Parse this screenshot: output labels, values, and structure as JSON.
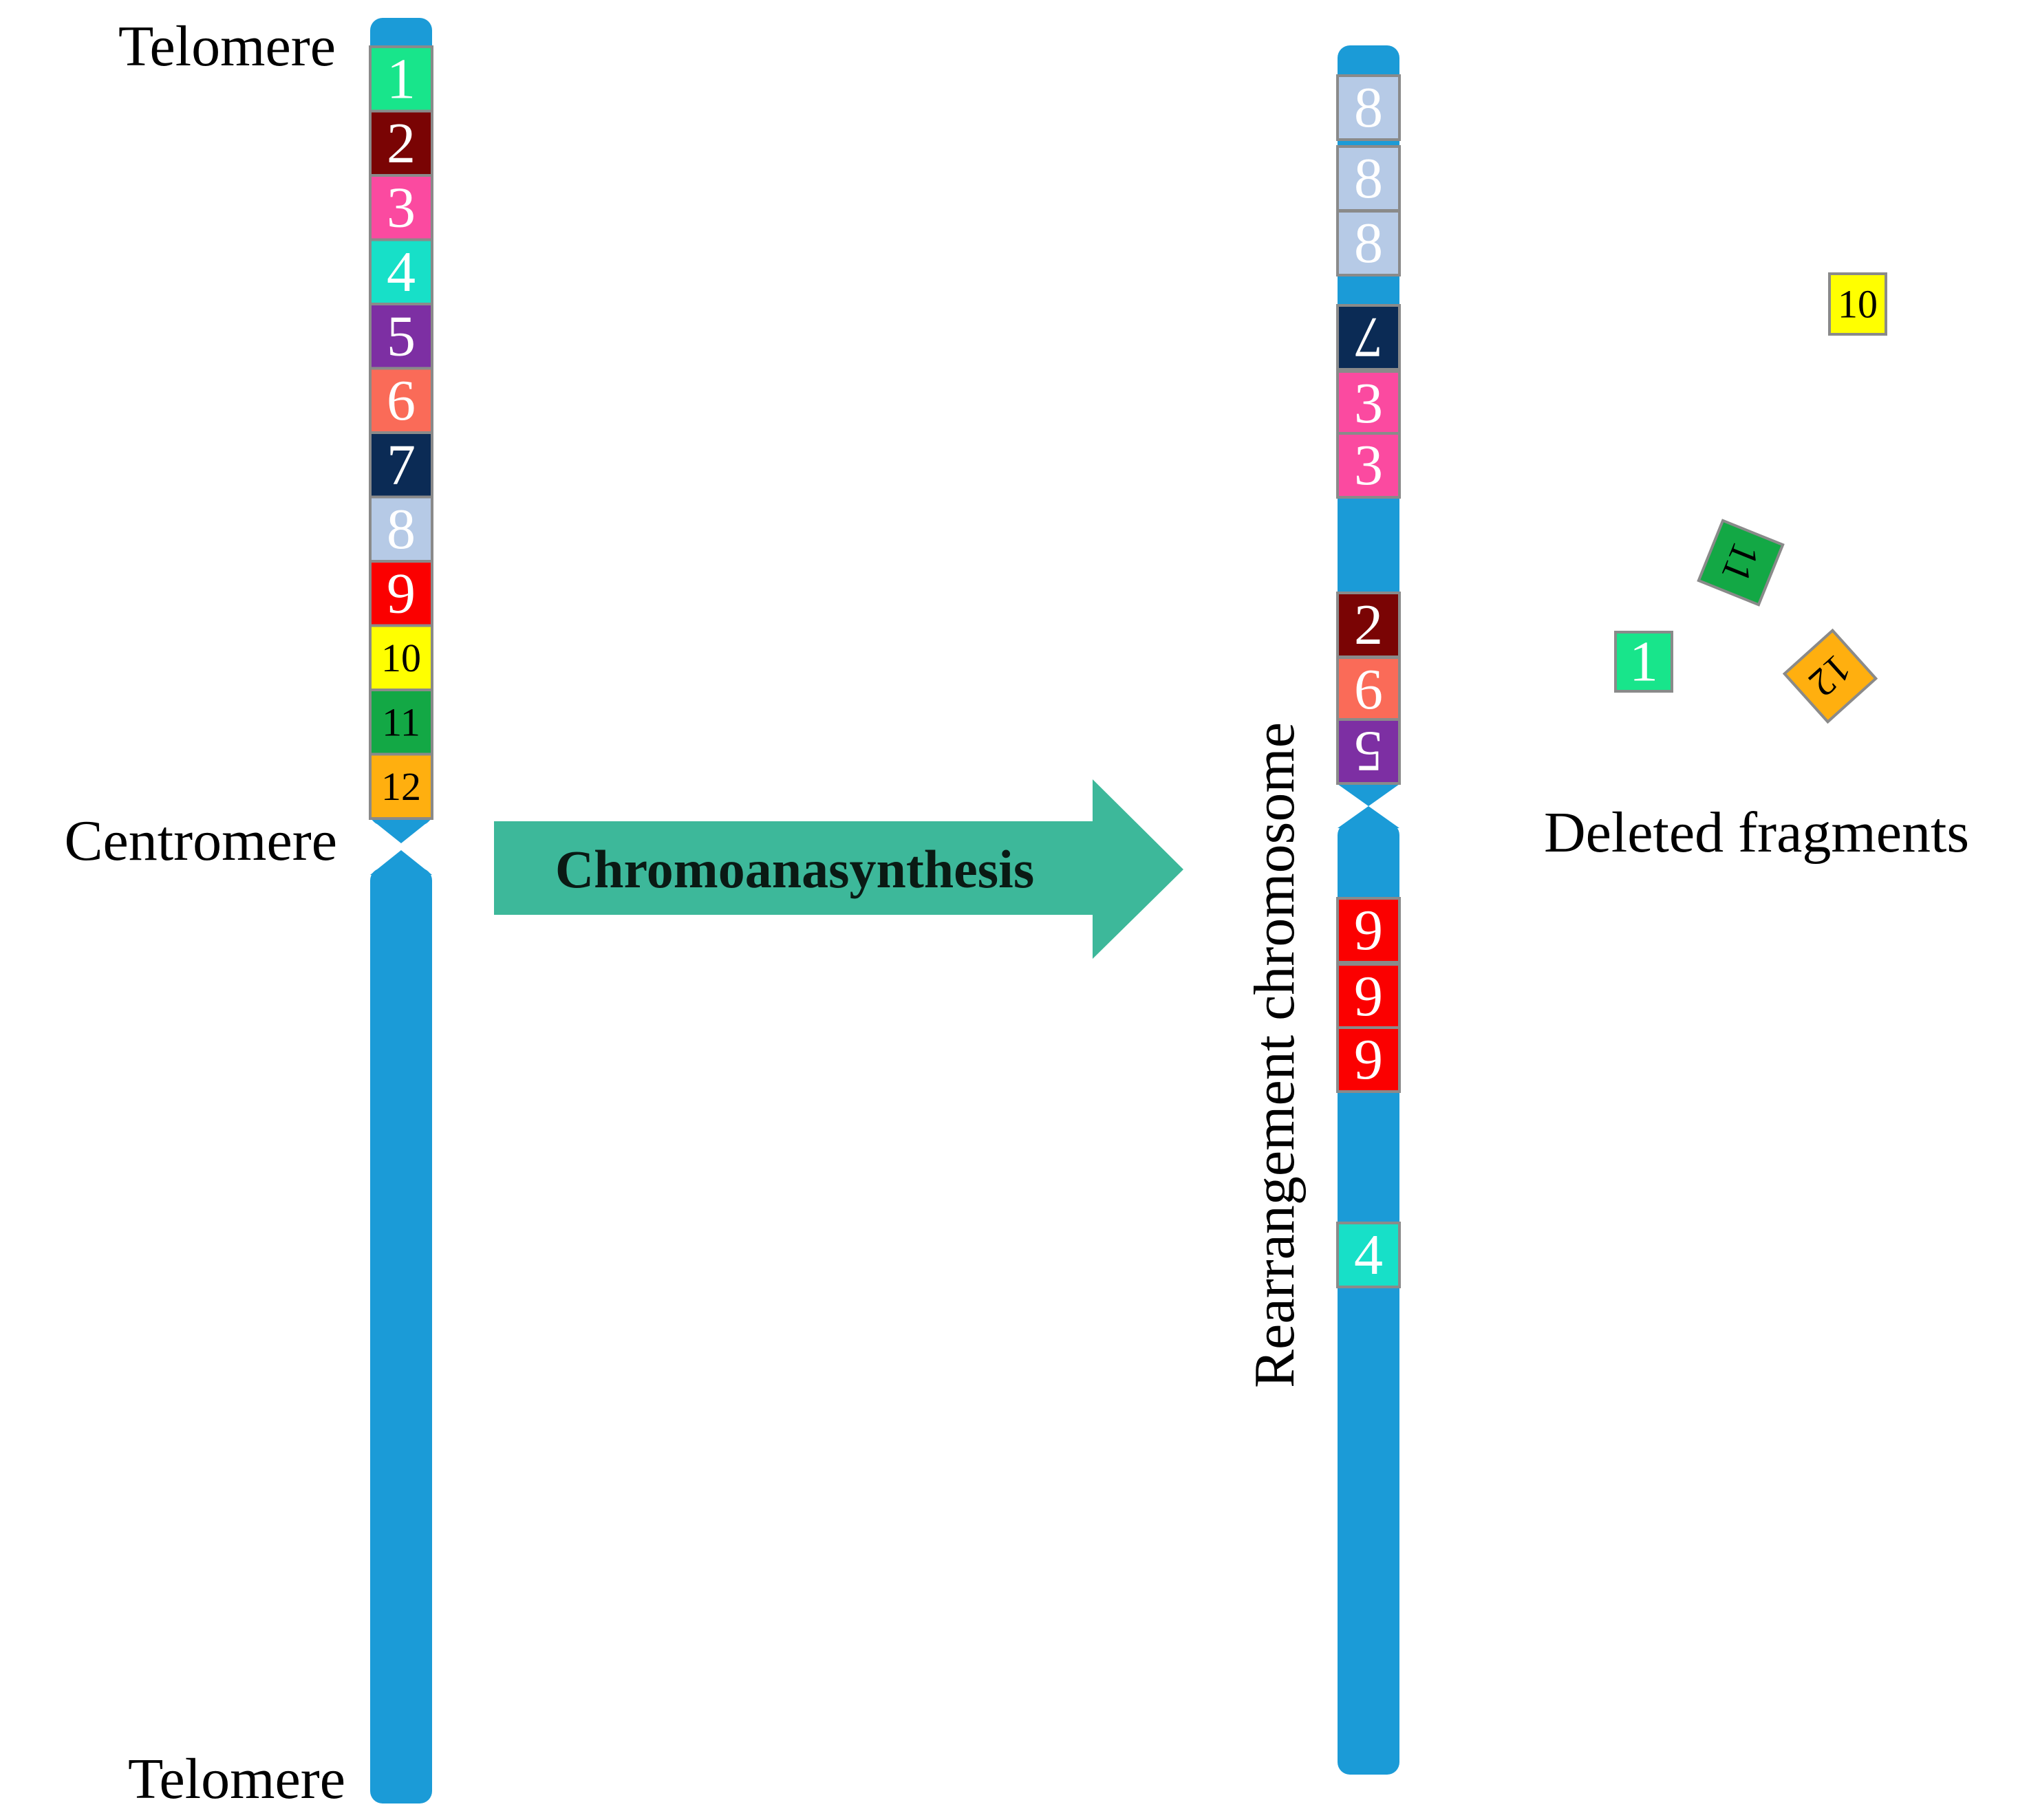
{
  "labels": {
    "telomere_top": "Telomere",
    "telomere_bottom": "Telomere",
    "centromere": "Centromere",
    "arrow": "Chromoanasynthesis",
    "rearranged": "Rearrangement chromosome",
    "deleted": "Deleted fragments"
  },
  "colors": {
    "chromosome": "#1b9bd7",
    "arrow": "#3db89a",
    "segment_border": "#8a8a8a"
  },
  "segment_colors": {
    "1": "#18e58b",
    "2": "#7a0404",
    "3": "#fb4aa0",
    "4": "#17e0c8",
    "5": "#7d2fa3",
    "6": "#fa6b58",
    "7": "#0b2b55",
    "8": "#b6cae6",
    "9": "#fb0000",
    "10": "#ffff00",
    "11": "#13a845",
    "12": "#ffaf0f"
  },
  "original_chromosome": {
    "segments": [
      {
        "label": "1",
        "text_color": "#ffffff"
      },
      {
        "label": "2",
        "text_color": "#ffffff"
      },
      {
        "label": "3",
        "text_color": "#ffffff"
      },
      {
        "label": "4",
        "text_color": "#ffffff"
      },
      {
        "label": "5",
        "text_color": "#ffffff"
      },
      {
        "label": "6",
        "text_color": "#ffffff"
      },
      {
        "label": "7",
        "text_color": "#ffffff"
      },
      {
        "label": "8",
        "text_color": "#ffffff"
      },
      {
        "label": "9",
        "text_color": "#ffffff"
      },
      {
        "label": "10",
        "text_color": "#000000"
      },
      {
        "label": "11",
        "text_color": "#000000"
      },
      {
        "label": "12",
        "text_color": "#000000"
      }
    ]
  },
  "rearranged_chromosome": {
    "segments": [
      {
        "label": "8",
        "text_color": "#ffffff",
        "inverted": false
      },
      {
        "label": "8",
        "text_color": "#ffffff",
        "inverted": false
      },
      {
        "label": "8",
        "text_color": "#ffffff",
        "inverted": false
      },
      {
        "label": "7",
        "text_color": "#ffffff",
        "inverted": true
      },
      {
        "label": "3",
        "text_color": "#ffffff",
        "inverted": false
      },
      {
        "label": "3",
        "text_color": "#ffffff",
        "inverted": false
      },
      {
        "label": "2",
        "text_color": "#ffffff",
        "inverted": false
      },
      {
        "label": "6",
        "text_color": "#ffffff",
        "inverted": false
      },
      {
        "label": "5",
        "text_color": "#ffffff",
        "inverted": true
      },
      {
        "label": "9",
        "text_color": "#ffffff",
        "inverted": false
      },
      {
        "label": "9",
        "text_color": "#ffffff",
        "inverted": false
      },
      {
        "label": "9",
        "text_color": "#ffffff",
        "inverted": false
      },
      {
        "label": "4",
        "text_color": "#ffffff",
        "inverted": false
      }
    ]
  },
  "deleted_fragments": [
    {
      "label": "10",
      "text_color": "#000000"
    },
    {
      "label": "11",
      "text_color": "#000000"
    },
    {
      "label": "1",
      "text_color": "#ffffff"
    },
    {
      "label": "12",
      "text_color": "#000000"
    }
  ]
}
